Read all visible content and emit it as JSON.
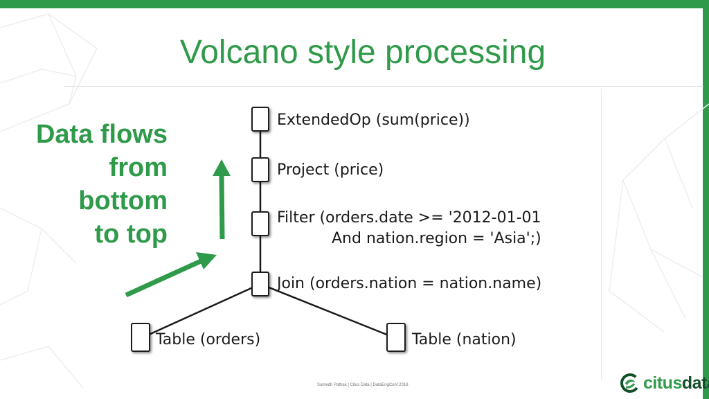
{
  "slide": {
    "title": "Volcano style processing",
    "side_note_lines": [
      "Data flows",
      "from",
      "bottom",
      "to top"
    ],
    "footer": "Sumedh Pathak  |  Citus Data  |  DataEngConf 2018",
    "logo": {
      "part1": "citus",
      "part2": "data",
      "icon": "citus-swirl-icon"
    },
    "accent_color": "#2f9a4a"
  },
  "plan": {
    "extended_op": "ExtendedOp (sum(price))",
    "project": "Project (price)",
    "filter_line1": "Filter (orders.date >= '2012-01-01",
    "filter_line2": "And nation.region = 'Asia';)",
    "join": "Join (orders.nation = nation.name)",
    "table_orders": "Table (orders)",
    "table_nation": "Table (nation)"
  }
}
